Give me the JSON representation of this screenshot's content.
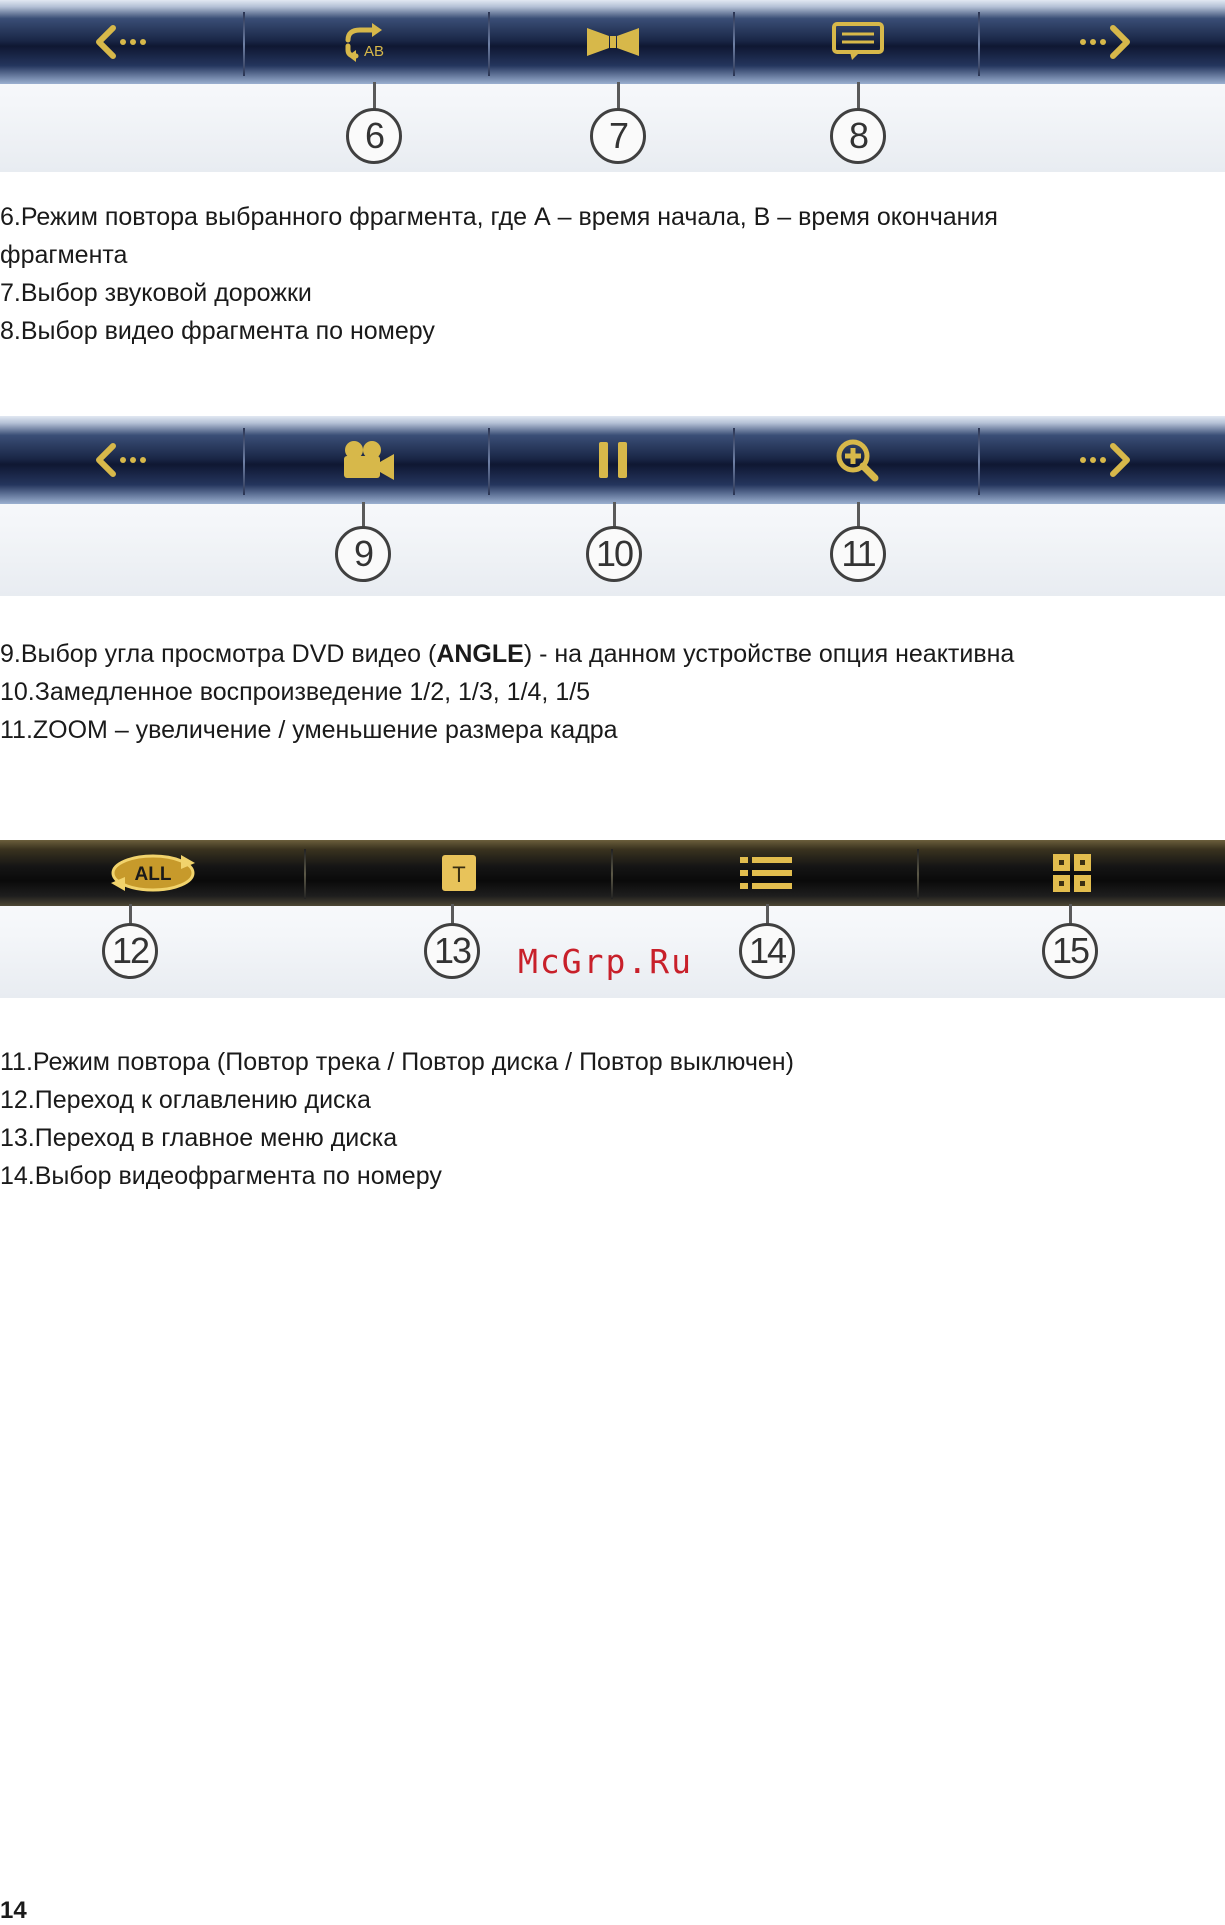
{
  "figure1": {
    "callouts": [
      "6",
      "7",
      "8"
    ]
  },
  "description1": {
    "line1": "6.Режим повтора выбранного фрагмента, где А – время начала, В – время окончания",
    "line2": "фрагмента",
    "line3": "7.Выбор звуковой дорожки",
    "line4": "8.Выбор видео фрагмента по номеру"
  },
  "figure2": {
    "callouts": [
      "9",
      "10",
      "11"
    ]
  },
  "description2": {
    "line1_prefix": "9.Выбор угла просмотра DVD видео (",
    "line1_bold": "ANGLE",
    "line1_suffix": ") - на данном устройстве опция неактивна",
    "line2": "10.Замедленное воспроизведение 1/2, 1/3, 1/4, 1/5",
    "line3": "11.ZOOM – увеличение / уменьшение размера кадра"
  },
  "figure3": {
    "callouts": [
      "12",
      "13",
      "14",
      "15"
    ],
    "repeat_icon_text": "ALL"
  },
  "watermark": "McGrp.Ru",
  "description3": {
    "line1": "11.Режим повтора (Повтор трека / Повтор диска / Повтор выключен)",
    "line2": "12.Переход к оглавлению диска",
    "line3": "13.Переход в главное меню диска",
    "line4": "14.Выбор видеофрагмента по номеру"
  },
  "page_number": "14",
  "colors": {
    "icon_gold": "#d7b84a",
    "bar_blue": "#1a2747",
    "bar_dark": "#0a0a0a",
    "watermark_red": "#c8202a"
  }
}
